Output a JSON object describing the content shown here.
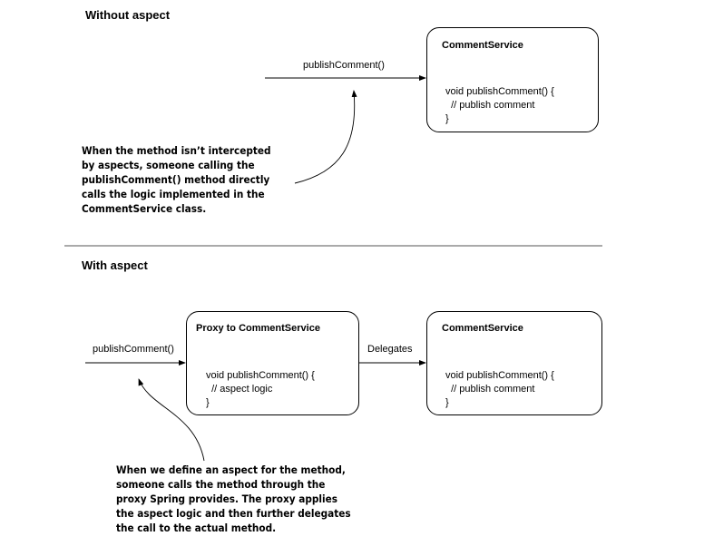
{
  "top": {
    "title": "Without aspect",
    "call_label": "publishComment()",
    "service": {
      "title": "CommentService",
      "code": "void publishComment() {\n  // publish comment\n}"
    },
    "note": "When the method isn’t intercepted\nby aspects, someone calling the\npublishComment() method directly\ncalls the logic implemented in the\nCommentService class."
  },
  "bottom": {
    "title": "With aspect",
    "call_label": "publishComment()",
    "proxy": {
      "title": "Proxy to CommentService",
      "code": "void publishComment() {\n  // aspect logic\n}"
    },
    "delegates_label": "Delegates",
    "service": {
      "title": "CommentService",
      "code": "void publishComment() {\n  // publish comment\n}"
    },
    "note": "When we define an aspect for the method,\nsomeone calls the method through the\nproxy Spring provides. The proxy applies\nthe aspect logic and then further delegates\nthe call to the actual method."
  }
}
